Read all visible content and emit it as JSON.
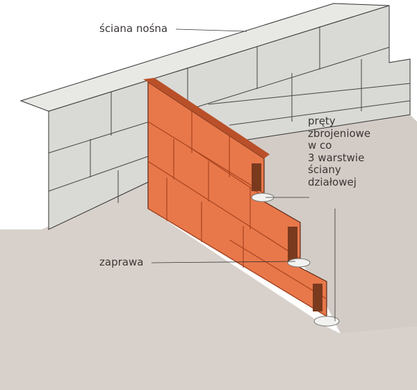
{
  "labels": {
    "load_bearing_wall": "ściana nośna",
    "rebar_lines": [
      "pręty",
      "zbrojeniowe",
      "w co",
      "3 warstwie",
      "ściany",
      "działowej"
    ],
    "mortar": "zaprawa"
  },
  "colors": {
    "floor": "#d9d2cc",
    "gray_block": "#dcdcd8",
    "gray_shadow": "#9a9a98",
    "brick": "#e6764a",
    "brick_dark": "#c8532d",
    "text": "#3a3535"
  }
}
